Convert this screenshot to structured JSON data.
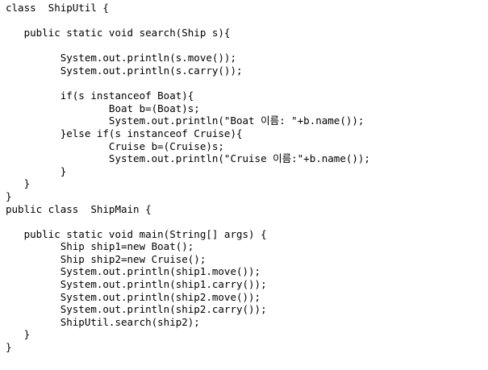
{
  "code_lines": [
    "class  ShipUtil {",
    "",
    "   public static void search(Ship s){",
    "",
    "         System.out.println(s.move());",
    "         System.out.println(s.carry());",
    "",
    "         if(s instanceof Boat){",
    "                 Boat b=(Boat)s;",
    "                 System.out.println(\"Boat 이름: \"+b.name());",
    "         }else if(s instanceof Cruise){",
    "                 Cruise b=(Cruise)s;",
    "                 System.out.println(\"Cruise 이름:\"+b.name());",
    "         }",
    "   }",
    "}",
    "public class  ShipMain {",
    "",
    "   public static void main(String[] args) {",
    "         Ship ship1=new Boat();",
    "         Ship ship2=new Cruise();",
    "         System.out.println(ship1.move());",
    "         System.out.println(ship1.carry());",
    "         System.out.println(ship2.move());",
    "         System.out.println(ship2.carry());",
    "         ShipUtil.search(ship2);",
    "   }",
    "}"
  ]
}
